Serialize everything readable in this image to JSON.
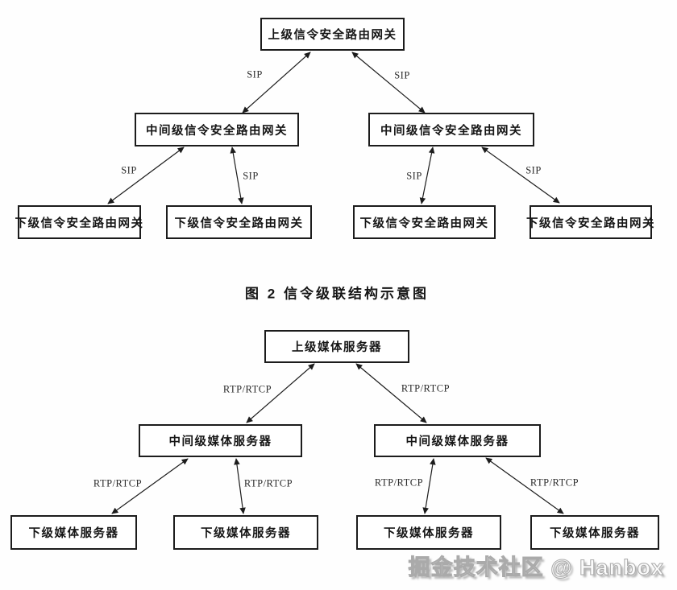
{
  "figure": {
    "caption": "图 2  信令级联结构示意图",
    "watermark": "掘金技术社区 @ Hanbox"
  },
  "colors": {
    "line": "#1c1c1c",
    "box_border": "#1c1c1c",
    "text": "#161616",
    "watermark": "#aaaaaa",
    "background": "#ffffff"
  },
  "diagram1": {
    "nodes": [
      {
        "id": "sig-top",
        "label": "上级信令安全路由网关"
      },
      {
        "id": "sig-mid-left",
        "label": "中间级信令安全路由网关"
      },
      {
        "id": "sig-mid-right",
        "label": "中间级信令安全路由网关"
      },
      {
        "id": "sig-low-1",
        "label": "下级信令安全路由网关"
      },
      {
        "id": "sig-low-2",
        "label": "下级信令安全路由网关"
      },
      {
        "id": "sig-low-3",
        "label": "下级信令安全路由网关"
      },
      {
        "id": "sig-low-4",
        "label": "下级信令安全路由网关"
      }
    ],
    "links": [
      {
        "from": "sig-top",
        "to": "sig-mid-left",
        "label": "SIP",
        "bidirectional": true
      },
      {
        "from": "sig-top",
        "to": "sig-mid-right",
        "label": "SIP",
        "bidirectional": true
      },
      {
        "from": "sig-mid-left",
        "to": "sig-low-1",
        "label": "SIP",
        "bidirectional": true
      },
      {
        "from": "sig-mid-left",
        "to": "sig-low-2",
        "label": "SIP",
        "bidirectional": true
      },
      {
        "from": "sig-mid-right",
        "to": "sig-low-3",
        "label": "SIP",
        "bidirectional": true
      },
      {
        "from": "sig-mid-right",
        "to": "sig-low-4",
        "label": "SIP",
        "bidirectional": true
      }
    ]
  },
  "diagram2": {
    "nodes": [
      {
        "id": "med-top",
        "label": "上级媒体服务器"
      },
      {
        "id": "med-mid-left",
        "label": "中间级媒体服务器"
      },
      {
        "id": "med-mid-right",
        "label": "中间级媒体服务器"
      },
      {
        "id": "med-low-1",
        "label": "下级媒体服务器"
      },
      {
        "id": "med-low-2",
        "label": "下级媒体服务器"
      },
      {
        "id": "med-low-3",
        "label": "下级媒体服务器"
      },
      {
        "id": "med-low-4",
        "label": "下级媒体服务器"
      }
    ],
    "links": [
      {
        "from": "med-top",
        "to": "med-mid-left",
        "label": "RTP/RTCP",
        "bidirectional": true
      },
      {
        "from": "med-top",
        "to": "med-mid-right",
        "label": "RTP/RTCP",
        "bidirectional": true
      },
      {
        "from": "med-mid-left",
        "to": "med-low-1",
        "label": "RTP/RTCP",
        "bidirectional": true
      },
      {
        "from": "med-mid-left",
        "to": "med-low-2",
        "label": "RTP/RTCP",
        "bidirectional": true
      },
      {
        "from": "med-mid-right",
        "to": "med-low-3",
        "label": "RTP/RTCP",
        "bidirectional": true
      },
      {
        "from": "med-mid-right",
        "to": "med-low-4",
        "label": "RTP/RTCP",
        "bidirectional": true
      }
    ]
  }
}
